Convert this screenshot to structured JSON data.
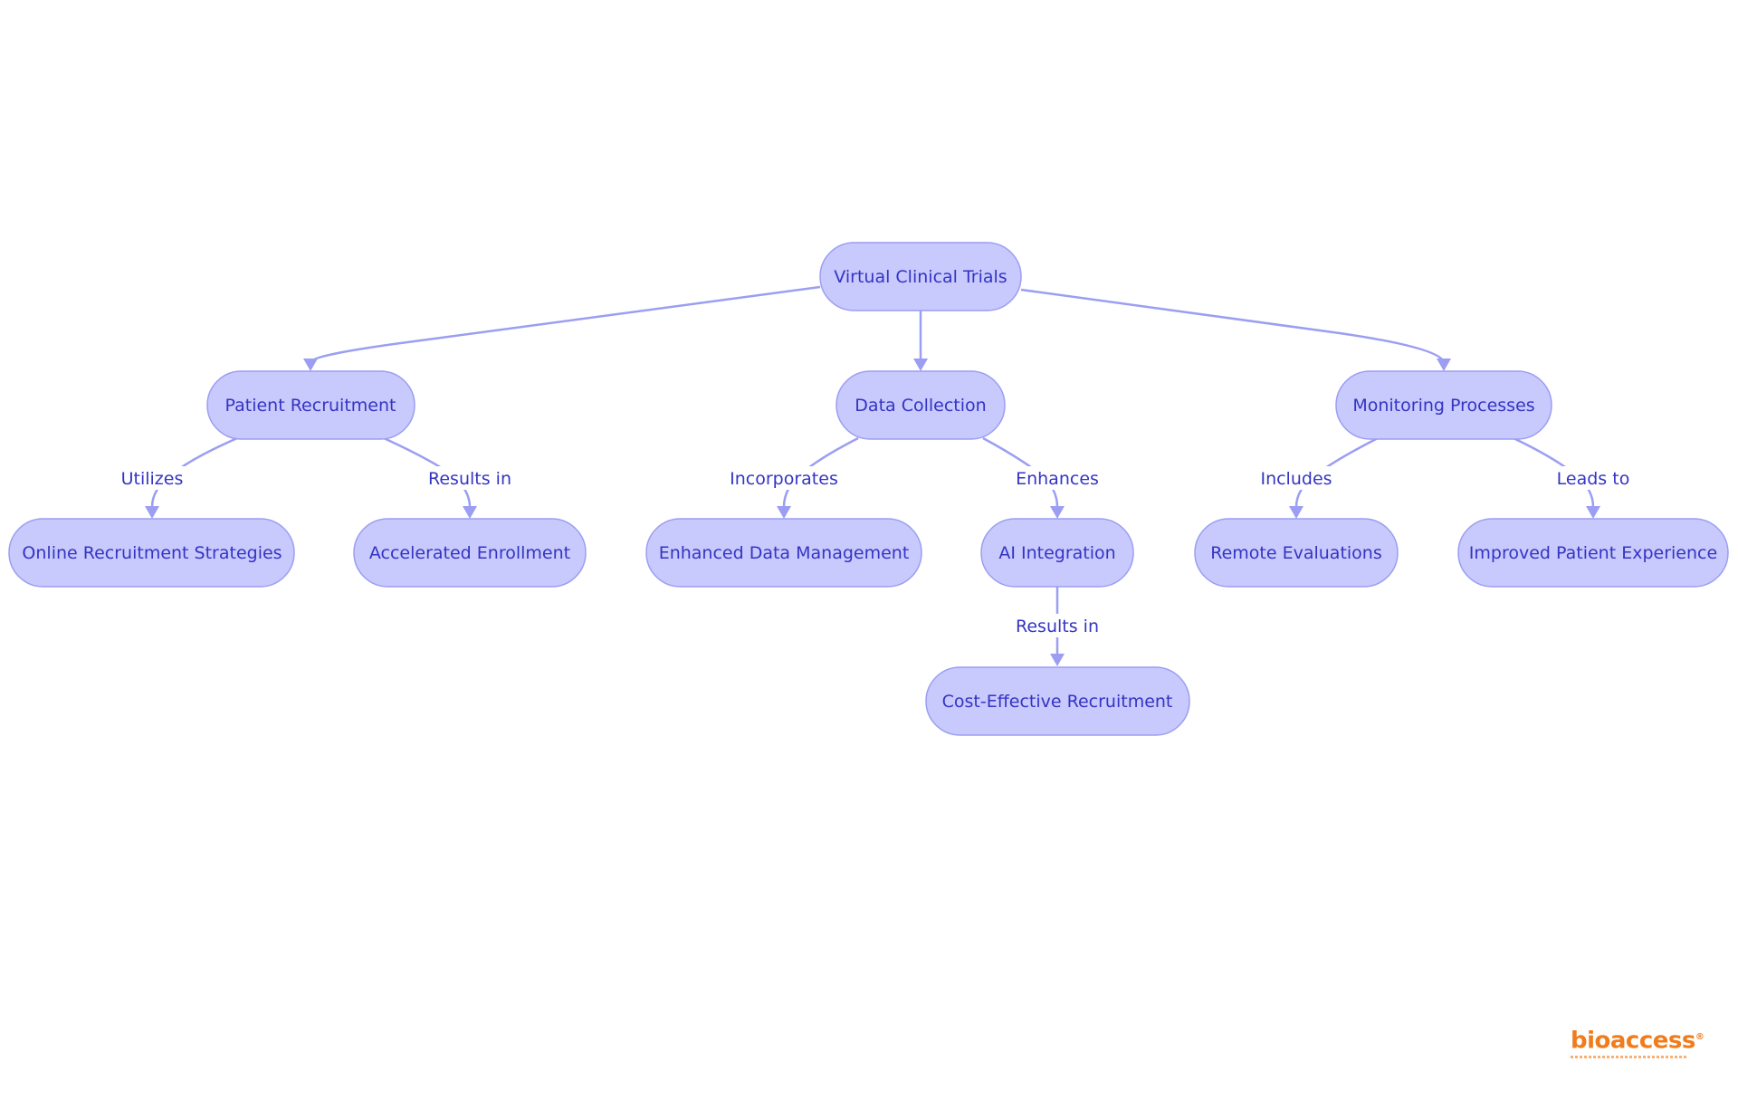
{
  "diagram": {
    "nodes": {
      "root": "Virtual Clinical Trials",
      "patient_recruitment": "Patient Recruitment",
      "data_collection": "Data Collection",
      "monitoring_processes": "Monitoring Processes",
      "online_recruitment": "Online Recruitment Strategies",
      "accelerated_enrollment": "Accelerated Enrollment",
      "enhanced_data_management": "Enhanced Data Management",
      "ai_integration": "AI Integration",
      "remote_evaluations": "Remote Evaluations",
      "improved_patient_experience": "Improved Patient Experience",
      "cost_effective_recruitment": "Cost-Effective Recruitment"
    },
    "edge_labels": {
      "utilizes": "Utilizes",
      "results_in_1": "Results in",
      "incorporates": "Incorporates",
      "enhances": "Enhances",
      "includes": "Includes",
      "leads_to": "Leads to",
      "results_in_2": "Results in"
    },
    "colors": {
      "node_fill": "#c8c9fc",
      "node_stroke": "#9b9ef2",
      "text": "#3434c4",
      "edge": "#9b9ef2"
    }
  },
  "logo": {
    "text": "bioaccess",
    "mark": "®",
    "color": "#f07c1c"
  }
}
